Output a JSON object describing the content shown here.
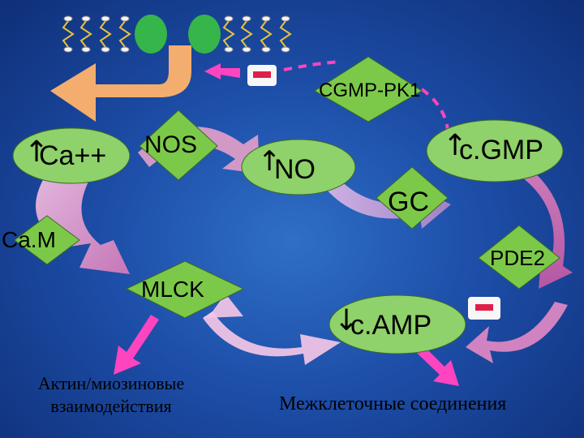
{
  "nodes": {
    "cgmp_pk1": "CGMP-PK1",
    "ca": "Ca++",
    "nos": "NOS",
    "no": "NO",
    "cgmp": "c.GMP",
    "gc": "GC",
    "cam": "Ca.M",
    "pde2": "PDE2",
    "mlck": "MLCK",
    "camp": "c.AMP"
  },
  "inhibit_marks": {
    "top": "-",
    "right": "-"
  },
  "captions": {
    "actin_line1": "Актин/миозиновые",
    "actin_line2": "взаимодействия",
    "junctions": "Межклеточные соединения"
  },
  "indicators": {
    "up": "↑",
    "down": "↓"
  },
  "colors": {
    "diamond_green": "#7cc94a",
    "ellipse_green": "#8fd16a",
    "channel_green": "#35b54a",
    "cycle_pink": "#e29ec8",
    "cycle_lavender": "#c8a6da",
    "magenta": "#ff44c0",
    "orange": "#ffb36b",
    "inhibit_red": "#e01e4a"
  }
}
